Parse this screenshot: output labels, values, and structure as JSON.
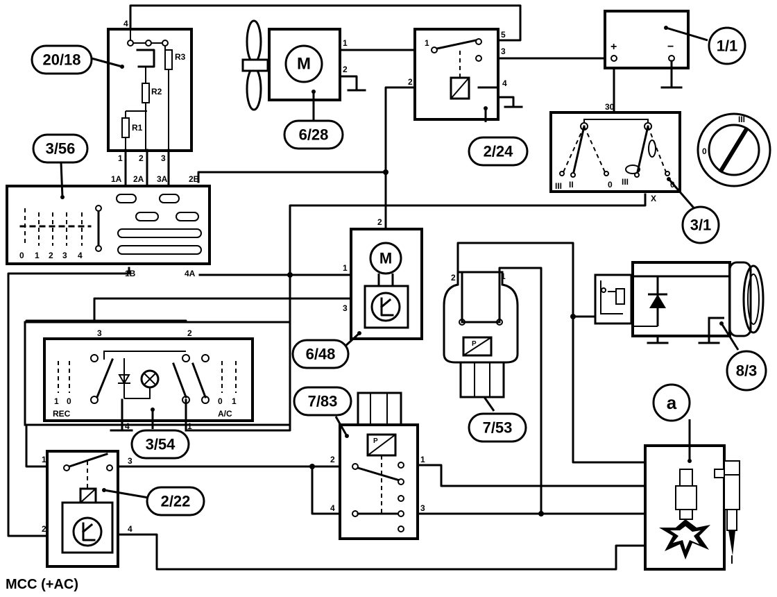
{
  "caption": "MCC (+AC)",
  "components": {
    "c20_18": "20/18",
    "c3_56": "3/56",
    "c6_28": "6/28",
    "c2_24": "2/24",
    "c1_1": "1/1",
    "c3_1": "3/1",
    "c6_48": "6/48",
    "c7_83": "7/83",
    "c7_53": "7/53",
    "c8_3": "8/3",
    "c3_54": "3/54",
    "c2_22": "2/22",
    "a": "a"
  },
  "resistors": {
    "r1": "R1",
    "r2": "R2",
    "r3": "R3"
  },
  "motor_symbol": "M",
  "pressure_symbol": "P",
  "battery": {
    "plus": "+",
    "minus": "−"
  },
  "switch_labels": {
    "rec": "REC",
    "ac": "A/C"
  },
  "pins": {
    "p4_top": "4",
    "p1_r": "1",
    "p2_r": "2",
    "p3_r": "3",
    "p1A": "1A",
    "p2A": "2A",
    "p3A": "3A",
    "p2B": "2B",
    "p1B": "1B",
    "p4A": "4A",
    "f0": "0",
    "f1": "1",
    "f2": "2",
    "f3": "3",
    "f4": "4",
    "m1": "1",
    "m2": "2",
    "k1": "1",
    "k2": "2",
    "k3": "3",
    "k4": "4",
    "k5": "5",
    "p30": "30",
    "px": "X",
    "w3": "III",
    "w2": "II",
    "w0": "0",
    "w3b": "III",
    "w0b": "0",
    "bm2": "2",
    "bm1": "1",
    "bm3": "3",
    "ps2": "2",
    "ps1": "1",
    "sw3": "3",
    "sw2": "2",
    "sw4": "4",
    "sw1": "1",
    "rec1": "1",
    "rec0": "0",
    "ac0": "0",
    "ac1": "1",
    "rl1": "1",
    "rl3": "3",
    "rl2": "2",
    "rl4": "4",
    "pp2": "2",
    "pp1": "1",
    "pp4": "4",
    "pp3": "3"
  }
}
